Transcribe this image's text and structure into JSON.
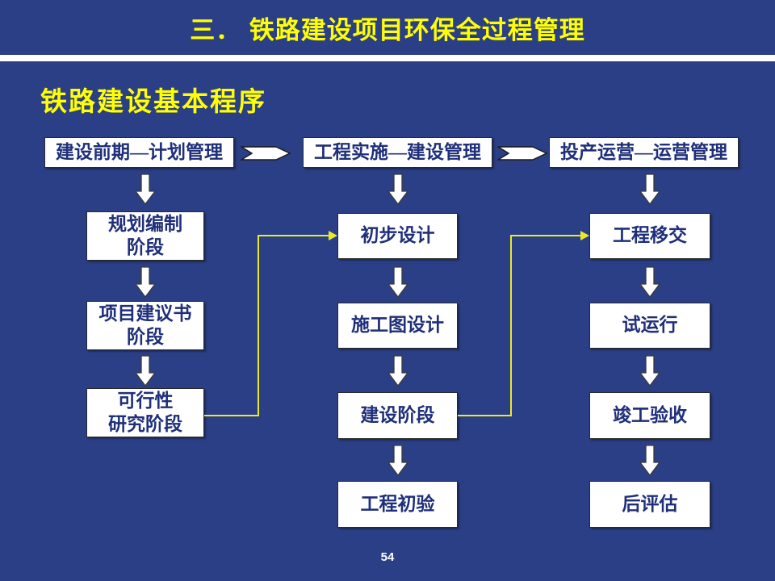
{
  "slide": {
    "title": "三．  铁路建设项目环保全过程管理",
    "subtitle": "铁路建设基本程序",
    "page_number": "54",
    "background_color": "#2b3f86",
    "title_color": "#ffff00",
    "box_text_color": "#1f2f7a",
    "connector_color": "#eaea28"
  },
  "flow": {
    "phases": [
      {
        "label": "建设前期—计划管理"
      },
      {
        "label": "工程实施—建设管理"
      },
      {
        "label": "投产运营—运营管理"
      }
    ],
    "columns": [
      {
        "name": "planning-column",
        "nodes": [
          {
            "line1": "规划编制",
            "line2": "阶段"
          },
          {
            "line1": "项目建议书",
            "line2": "阶段"
          },
          {
            "line1": "可行性",
            "line2": "研究阶段"
          }
        ]
      },
      {
        "name": "construction-column",
        "nodes": [
          {
            "line1": "初步设计",
            "line2": ""
          },
          {
            "line1": "施工图设计",
            "line2": ""
          },
          {
            "line1": "建设阶段",
            "line2": ""
          },
          {
            "line1": "工程初验",
            "line2": ""
          }
        ]
      },
      {
        "name": "operation-column",
        "nodes": [
          {
            "line1": "工程移交",
            "line2": ""
          },
          {
            "line1": "试运行",
            "line2": ""
          },
          {
            "line1": "竣工验收",
            "line2": ""
          },
          {
            "line1": "后评估",
            "line2": ""
          }
        ]
      }
    ]
  }
}
